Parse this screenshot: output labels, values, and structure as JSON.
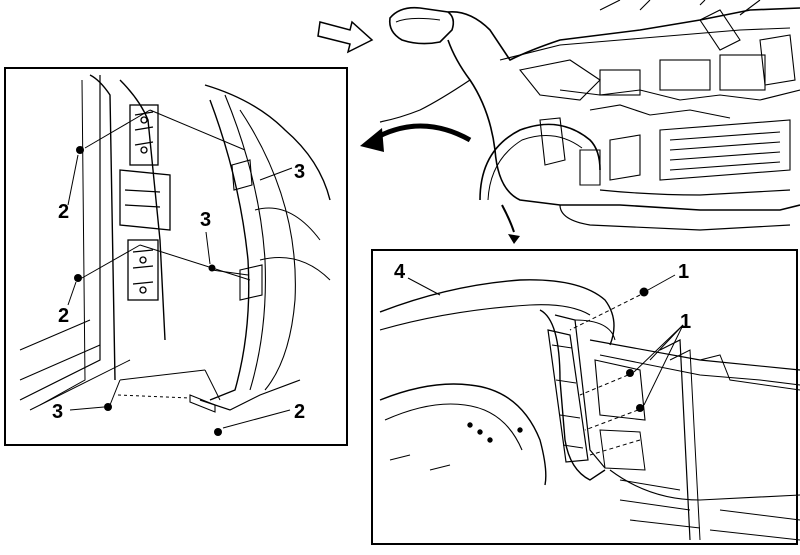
{
  "callouts": {
    "left_top_2": "2",
    "left_mid_2": "2",
    "left_bottom_2": "2",
    "left_top_3": "3",
    "left_mid_3": "3",
    "left_bottom_3": "3",
    "right_4": "4",
    "right_1a": "1",
    "right_1b": "1"
  }
}
